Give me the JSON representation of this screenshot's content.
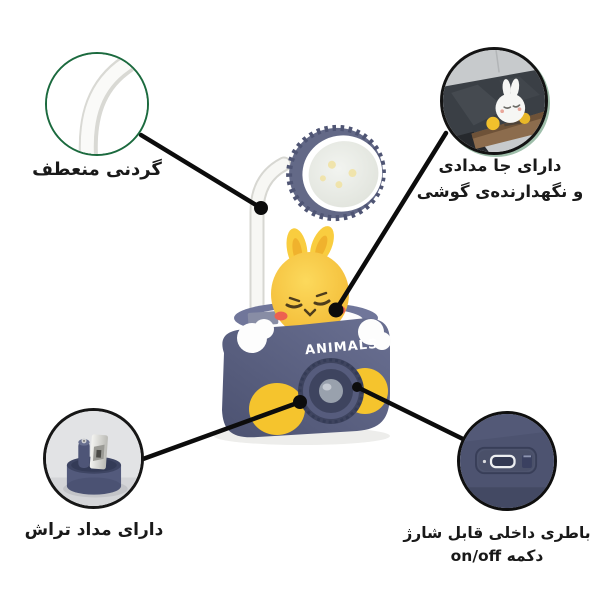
{
  "product": {
    "brand_label": "ANIMALS"
  },
  "callouts": {
    "flexible_neck": {
      "label": "گردنی منعطف"
    },
    "phone_holder": {
      "line1": "دارای جا مدادی",
      "line2": "و نگهدارنده‌ی گوشی"
    },
    "sharpener": {
      "label": "دارای مداد تراش"
    },
    "battery": {
      "line1": "باطری داخلی قابل شارژ",
      "line2": "دکمه on/off"
    }
  },
  "colors": {
    "body_navy": "#5d6384",
    "accent_yellow": "#f5c42d",
    "circle_green": "#1b6a3e",
    "connector_black": "#0c0c0c"
  }
}
